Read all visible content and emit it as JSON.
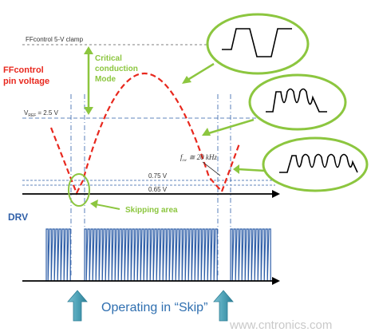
{
  "labels": {
    "clamp": "FFcontrol 5-V clamp",
    "ffcontrol_line1": "FFcontrol",
    "ffcontrol_line2": "pin voltage",
    "critical_line1": "Critical",
    "critical_line2": "conduction",
    "critical_line3": "Mode",
    "vref_v": "V",
    "vref_sub": "REF",
    "vref_value": "= 2.5 V",
    "fsw_f": "f",
    "fsw_sub": "sw",
    "fsw_value": "≅ 20 kHz",
    "v075": "0.75 V",
    "v065": "0.65 V",
    "skipping": "Skipping area",
    "drv": "DRV",
    "operating": "Operating in “Skip”",
    "watermark": "www.cntronics.com"
  },
  "colors": {
    "red": "#e8281e",
    "green": "#8cc63f",
    "blue": "#2f5fa8",
    "arrow": "#4fa3b8"
  },
  "icons": [
    "up-arrow-icon",
    "up-arrow-icon"
  ]
}
